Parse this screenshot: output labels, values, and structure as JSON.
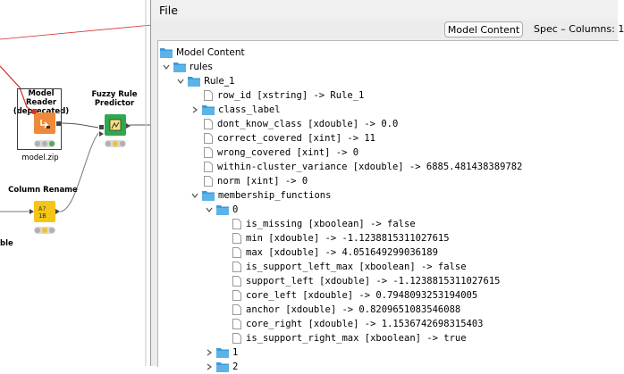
{
  "canvas": {
    "model_reader": {
      "title": "Model Reader (deprecated)",
      "label": "model.zip"
    },
    "fuzzy_predictor": {
      "title": "Fuzzy Rule Predictor"
    },
    "column_rename": {
      "title": "Column Rename"
    },
    "partial_label": "ble"
  },
  "menu": {
    "file": "File"
  },
  "tabs": {
    "model_content": "Model Content",
    "spec": "Spec – Columns: 1"
  },
  "tree": {
    "root": "Model Content",
    "rules": "rules",
    "rule1": "Rule_1",
    "row_id": "row_id [xstring] -> Rule_1",
    "class_label": "class_label",
    "dont_know_class": "dont_know_class [xdouble] -> 0.0",
    "correct_covered": "correct_covered [xint] -> 11",
    "wrong_covered": "wrong_covered [xint] -> 0",
    "within_cluster_variance": "within-cluster_variance [xdouble] -> 6885.481438389782",
    "norm": "norm [xint] -> 0",
    "membership_functions": "membership_functions",
    "mf0": "0",
    "is_missing": "is_missing [xboolean] -> false",
    "min": "min [xdouble] -> -1.1238815311027615",
    "max": "max [xdouble] -> 4.051649299036189",
    "is_support_left_max": "is_support_left_max [xboolean] -> false",
    "support_left": "support_left [xdouble] -> -1.1238815311027615",
    "core_left": "core_left [xdouble] -> 0.7948093253194005",
    "anchor": "anchor [xdouble] -> 0.8209651083546088",
    "core_right": "core_right [xdouble] -> 1.1536742698315403",
    "is_support_right_max": "is_support_right_max [xboolean] -> true",
    "mf1": "1",
    "mf2": "2"
  },
  "colors": {
    "folder": "#3b9bd6",
    "model_reader_node": "#ef8a3a",
    "predictor_node": "#2fa84f",
    "manipulator_node": "#f5c518",
    "flow_variable_line": "#d0302a"
  },
  "icons": {
    "folder": "folder-icon",
    "document": "document-icon",
    "expanded": "chevron-down-icon",
    "collapsed": "chevron-right-icon"
  }
}
